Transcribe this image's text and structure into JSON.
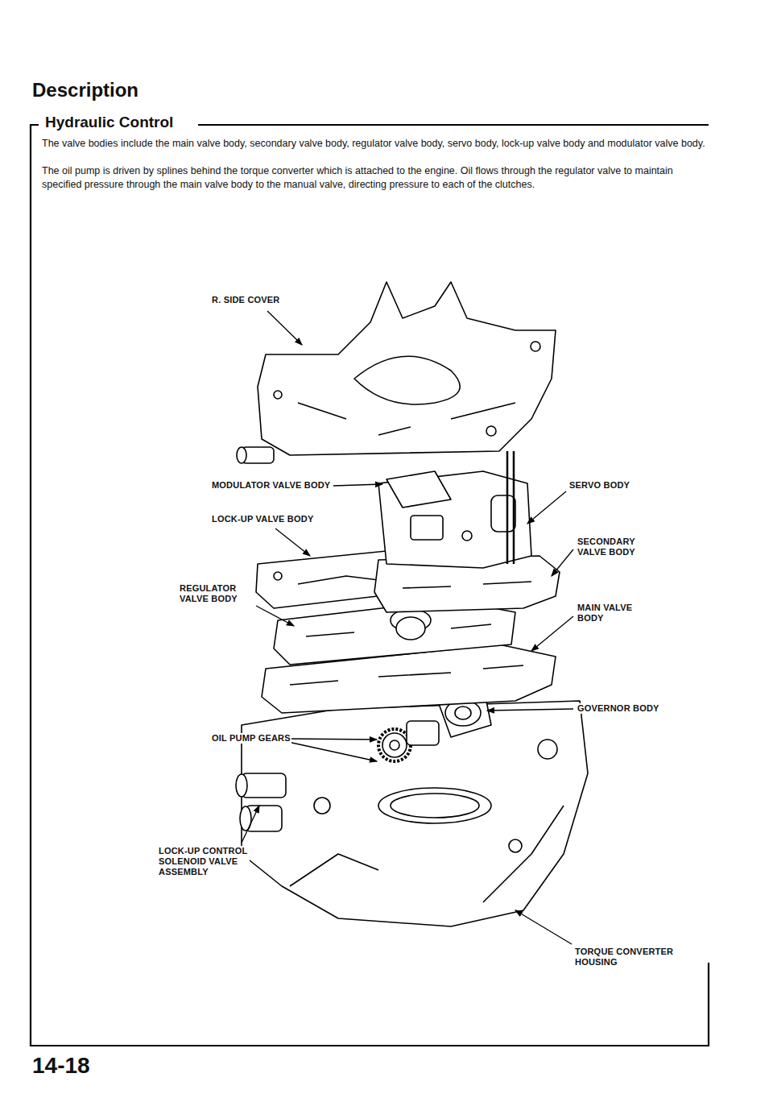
{
  "diagram": {
    "title": "Description",
    "labels": [
      "Hydraulic Control",
      "The valve bodies include the main valve body, secondary valve body, regulator valve body, servo body, lock-up valve body and modulator valve body.",
      "The oil pump is driven by splines behind the torque converter which is attached to the engine. Oil flows through the regulator valve to maintain specified pressure through the main valve body to the manual valve, directing pressure to each of the clutches.",
      "R. SIDE COVER",
      "MODULATOR VALVE BODY",
      "SERVO BODY",
      "LOCK-UP VALVE BODY",
      "SECONDARY VALVE BODY",
      "REGULATOR VALVE BODY",
      "MAIN VALVE BODY",
      "GOVERNOR BODY",
      "OIL PUMP GEARS",
      "LOCK-UP CONTROL SOLENOID VALVE ASSEMBLY",
      "TORQUE CONVERTER HOUSING",
      "14-18"
    ]
  }
}
